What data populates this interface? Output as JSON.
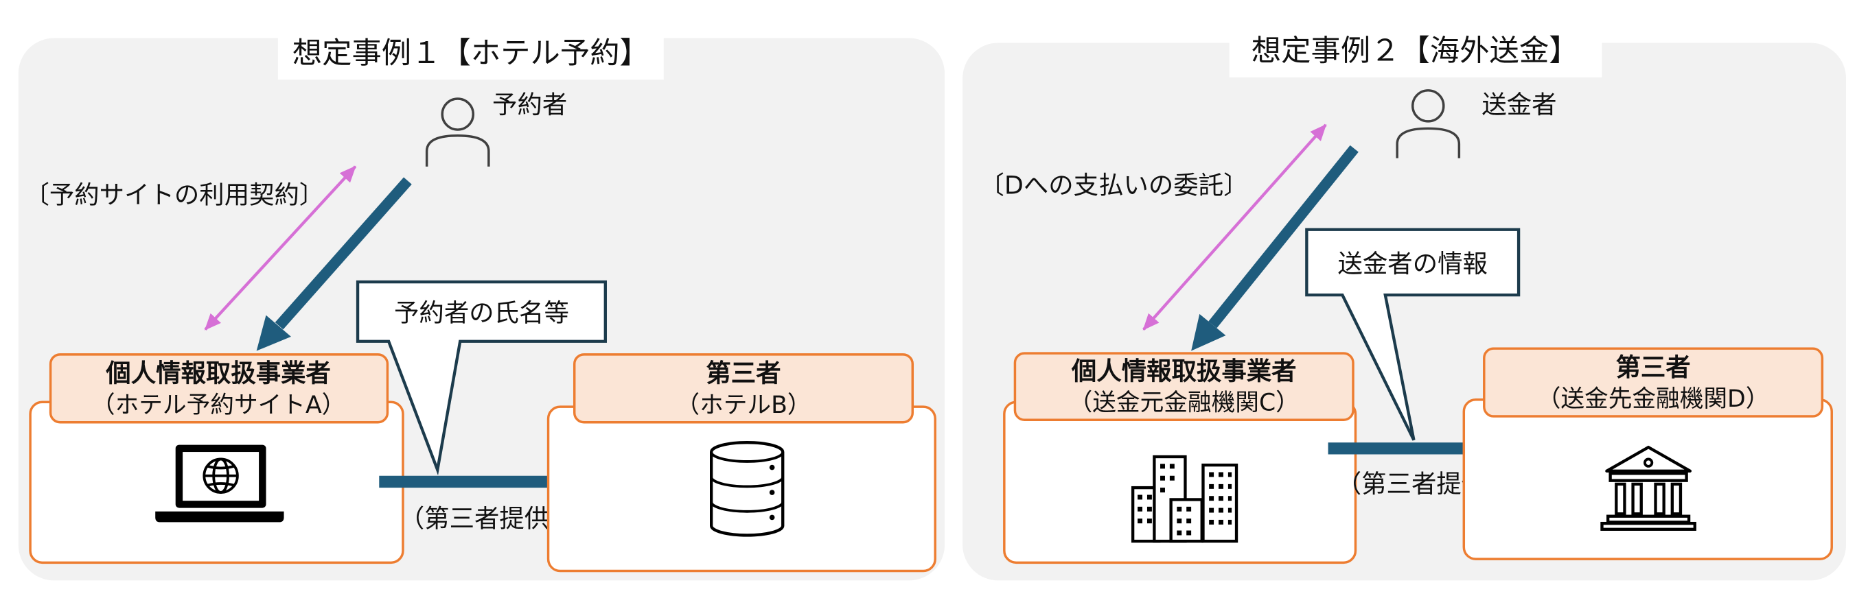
{
  "cases": [
    {
      "title": "想定事例１【ホテル予約】",
      "person_label": "予約者",
      "contract_label": "〔予約サイトの利用契約〕",
      "callout": "予約者の氏名等",
      "provider": {
        "title": "個人情報取扱事業者",
        "subtitle": "（ホテル予約サイトA）",
        "icon": "laptop-globe-icon"
      },
      "transfer_label": "（第三者提供）",
      "third_party": {
        "title": "第三者",
        "subtitle": "（ホテルB）",
        "icon": "database-icon"
      }
    },
    {
      "title": "想定事例２【海外送金】",
      "person_label": "送金者",
      "contract_label": "〔Dへの支払いの委託〕",
      "callout": "送金者の情報",
      "provider": {
        "title": "個人情報取扱事業者",
        "subtitle": "（送金元金融機関C）",
        "icon": "office-buildings-icon"
      },
      "transfer_label": "（第三者提供）",
      "third_party": {
        "title": "第三者",
        "subtitle": "（送金先金融機関D）",
        "icon": "bank-icon"
      }
    }
  ],
  "colors": {
    "panel_bg": "#f2f2f2",
    "title_box": "#ffffff",
    "box_border": "#ed7d31",
    "box_header_fill": "#fbe5d6",
    "flow_arrow": "#1f5c7d",
    "contract_arrow": "#d670d6",
    "callout_border": "#1c3b4c",
    "icon": "#000000",
    "person_icon": "#404040"
  }
}
